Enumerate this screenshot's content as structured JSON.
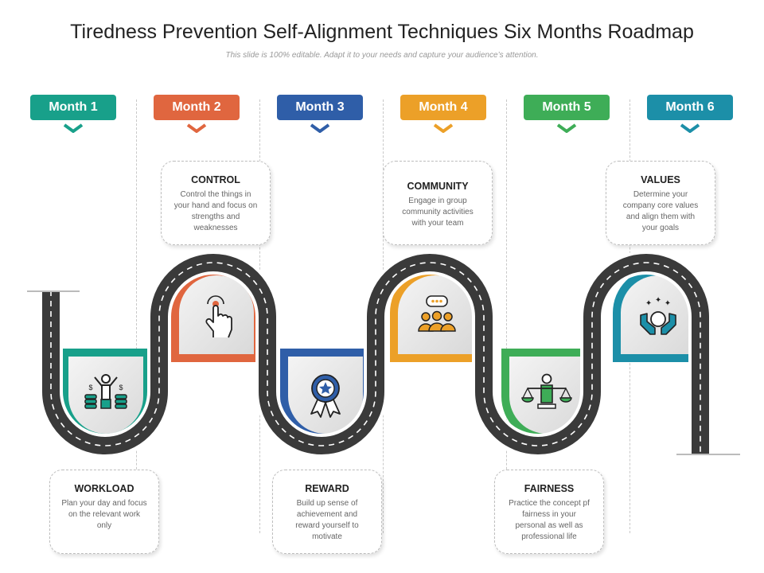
{
  "title": "Tiredness Prevention Self-Alignment Techniques Six Months Roadmap",
  "subtitle": "This slide is 100% editable. Adapt it to your needs and capture your audience’s attention.",
  "colors": {
    "teal": "#18a08a",
    "orange": "#e0663f",
    "blue": "#2f5ea8",
    "amber": "#eca028",
    "green": "#3ead57",
    "cyan": "#1c8fa8",
    "road": "#3a3a3a"
  },
  "months": [
    {
      "label": "Month 1",
      "color": "#18a08a"
    },
    {
      "label": "Month 2",
      "color": "#e0663f"
    },
    {
      "label": "Month 3",
      "color": "#2f5ea8"
    },
    {
      "label": "Month 4",
      "color": "#eca028"
    },
    {
      "label": "Month 5",
      "color": "#3ead57"
    },
    {
      "label": "Month 6",
      "color": "#1c8fa8"
    }
  ],
  "steps": [
    {
      "title": "WORKLOAD",
      "desc": "Plan your day and focus on the relevant work only",
      "icon": "person-coins-icon"
    },
    {
      "title": "CONTROL",
      "desc": "Control the things in your hand and focus on strengths and weaknesses",
      "icon": "hand-pointer-icon"
    },
    {
      "title": "REWARD",
      "desc": "Build up sense of achievement and reward yourself to motivate",
      "icon": "award-badge-icon"
    },
    {
      "title": "COMMUNITY",
      "desc": "Engage in group community activities with your team",
      "icon": "group-chat-icon"
    },
    {
      "title": "FAIRNESS",
      "desc": "Practice the concept pf fairness in your personal as well as professional life",
      "icon": "scales-icon"
    },
    {
      "title": "VALUES",
      "desc": "Determine your company core values and align them with your goals",
      "icon": "hands-sphere-icon"
    }
  ]
}
